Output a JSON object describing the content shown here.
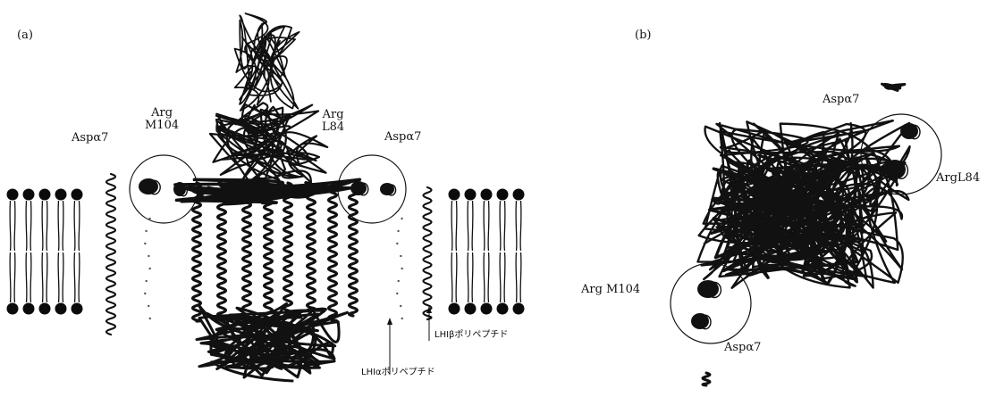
{
  "panels": {
    "a": {
      "label": "(a)"
    },
    "b": {
      "label": "(b)"
    }
  },
  "labels_a": {
    "asp_left": "Aspα7",
    "arg_m104": "Arg\nM104",
    "arg_l84": "Arg\nL84",
    "asp_right": "Aspα7",
    "lh1_beta": "LHIβポリペプチド",
    "lh1_alpha": "LHIαポリペプチド"
  },
  "labels_b": {
    "asp_top": "Aspα7",
    "arg_l84": "ArgL84",
    "arg_m104": "Arg M104",
    "asp_bottom": "Aspα7"
  },
  "colors": {
    "ink": "#111111",
    "membrane_head": "#0b0b0b",
    "background": "#ffffff"
  }
}
